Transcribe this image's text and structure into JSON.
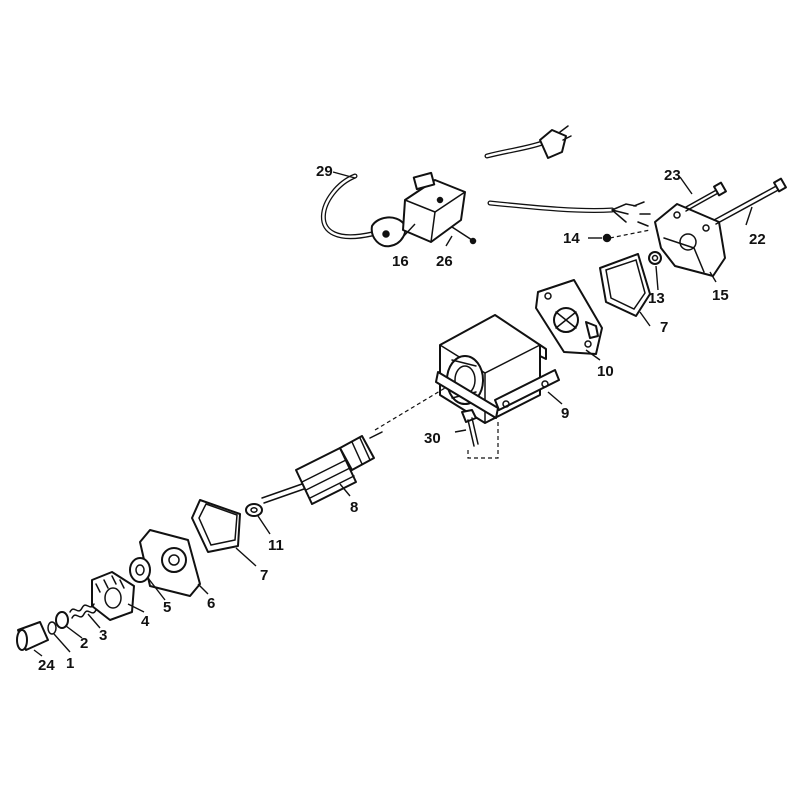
{
  "callouts": {
    "c1": "1",
    "c2": "2",
    "c3": "3",
    "c4": "4",
    "c5": "5",
    "c6": "6",
    "c7a": "7",
    "c7b": "7",
    "c8": "8",
    "c9": "9",
    "c10": "10",
    "c11": "11",
    "c13": "13",
    "c14": "14",
    "c15": "15",
    "c16": "16",
    "c22": "22",
    "c23": "23",
    "c24": "24",
    "c26": "26",
    "c29": "29",
    "c30": "30"
  },
  "colors": {
    "line": "#111111",
    "background": "#ffffff"
  }
}
